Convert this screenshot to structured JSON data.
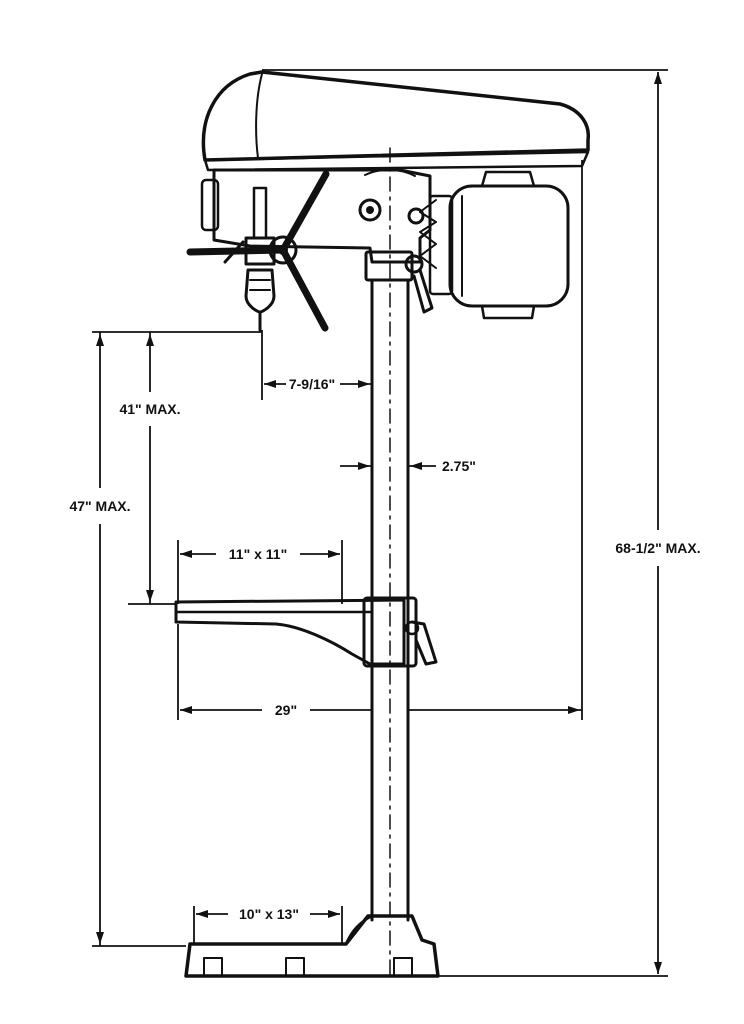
{
  "dimensions": {
    "spindle_to_column": "7-9/16\"",
    "column_diameter": "2.75\"",
    "spindle_to_table": "41\" MAX.",
    "spindle_to_base": "47\" MAX.",
    "table_size": "11\" x 11\"",
    "swing": "29\"",
    "overall_height": "68-1/2\" MAX.",
    "base_size": "10\" x 13\""
  },
  "colors": {
    "ink": "#111111",
    "background": "#ffffff"
  }
}
